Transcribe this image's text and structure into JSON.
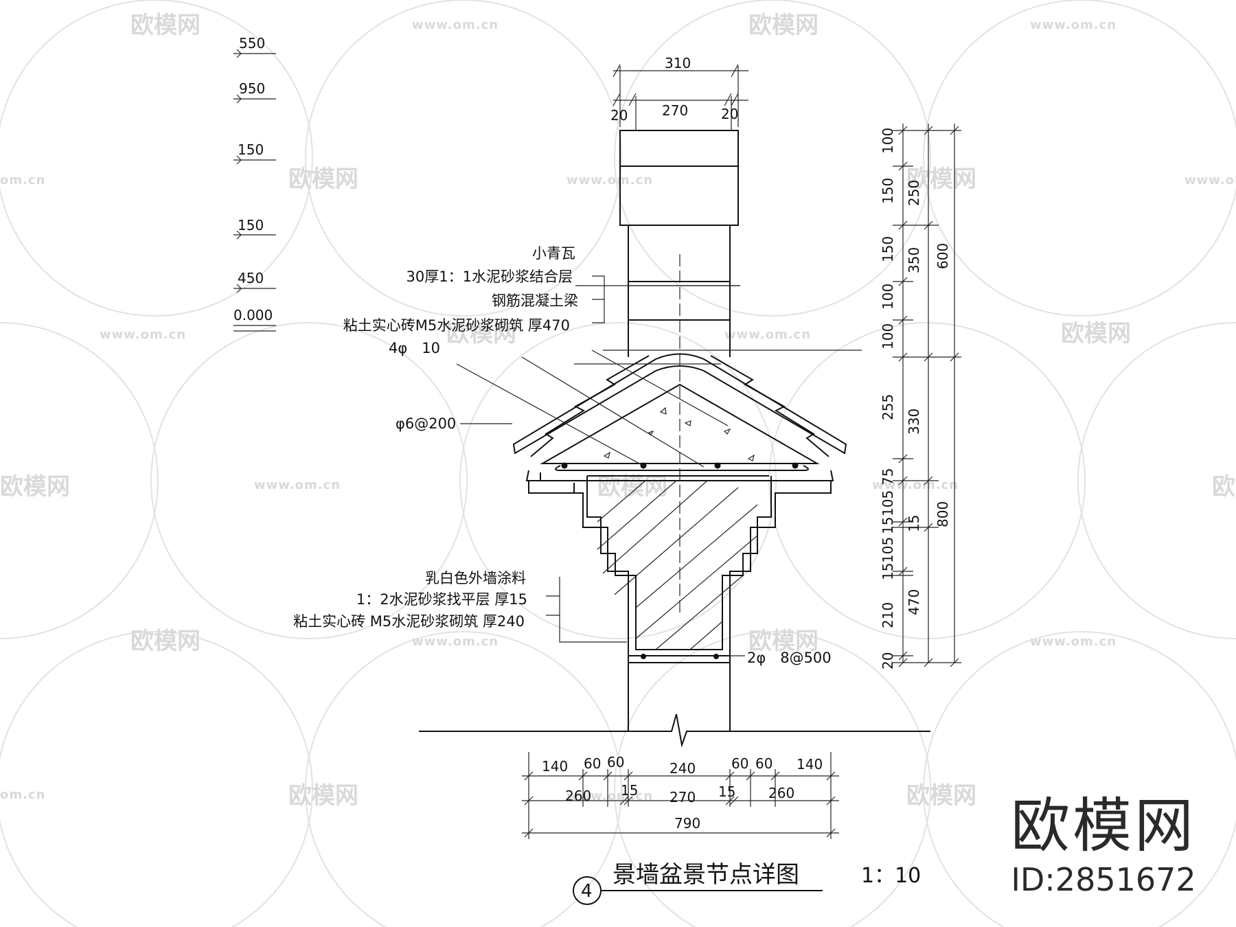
{
  "watermark": {
    "logo": "欧模网",
    "url": "www.om.cn",
    "tail_url": "om.cn",
    "tail_logo": "欧模网"
  },
  "brand": {
    "logo": "欧模网",
    "id": "ID:2851672"
  },
  "elevations": [
    "550",
    "950",
    "150",
    "150",
    "450",
    "0.000"
  ],
  "top_dims": {
    "overall": "310",
    "left_edge": "20",
    "core": "270",
    "right_edge": "20"
  },
  "right_dims": {
    "col1": [
      "100",
      "150",
      "150",
      "100",
      "100",
      "255",
      "75",
      "105",
      "15",
      "105",
      "15",
      "210",
      "20"
    ],
    "col2": [
      "250",
      "350",
      "330",
      "15",
      "470"
    ],
    "col3": [
      "600",
      "800"
    ]
  },
  "labels_upper": [
    "小青瓦",
    "30厚1：1水泥砂浆结合层",
    "钢筋混凝土梁",
    "粘土实心砖M5水泥砂浆砌筑 厚470",
    "4φ　10"
  ],
  "rebar_label": "φ6@200",
  "labels_lower": [
    "乳白色外墙涂料",
    "1：2水泥砂浆找平层 厚15",
    "粘土实心砖 M5水泥砂浆砌筑 厚240"
  ],
  "bottom_rebar": "2φ　8@500",
  "bottom_dims": {
    "row1": [
      "140",
      "60",
      "60",
      "240",
      "60",
      "60",
      "140"
    ],
    "row2": [
      "260",
      "15",
      "270",
      "15",
      "260"
    ],
    "total": "790"
  },
  "title": {
    "number": "4",
    "text": "景墙盆景节点详图",
    "scale": "1：10"
  }
}
